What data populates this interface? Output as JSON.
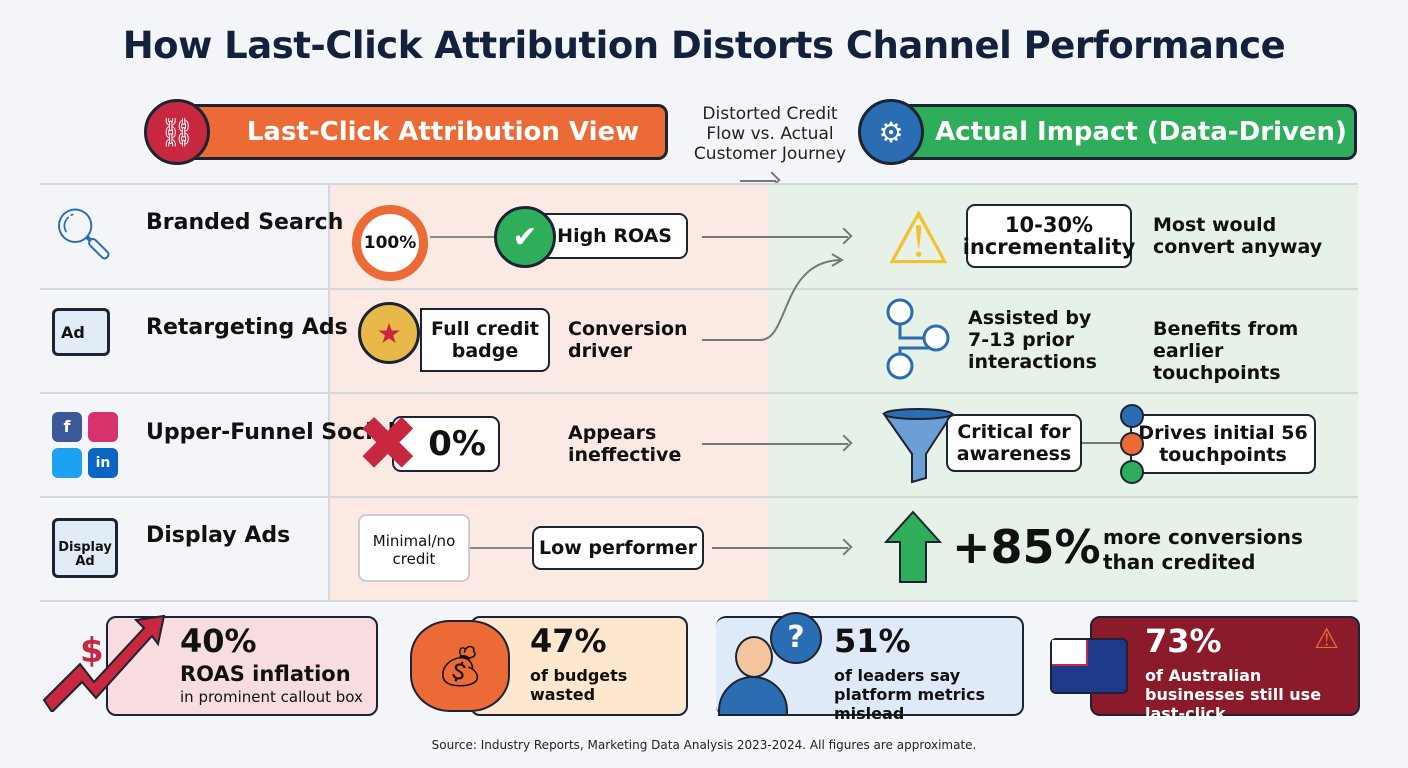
{
  "title": "How Last-Click Attribution Distorts Channel Performance",
  "header": {
    "left": "Last-Click Attribution View",
    "middle": "Distorted Credit Flow vs. Actual Customer Journey",
    "right": "Actual Impact (Data-Driven)"
  },
  "colors": {
    "orange": "#ec6a35",
    "green": "#2eae5a",
    "red": "#c8283f",
    "navy": "#14213d"
  },
  "rows": [
    {
      "channel": "Branded Search",
      "icon": "magnifier-icon",
      "left_a": "100%",
      "left_b": "High ROAS",
      "right_a": "10-30% incrementality",
      "right_b": "Most would convert anyway"
    },
    {
      "channel": "Retargeting Ads",
      "icon": "ad-cursor-icon",
      "ad": "Ad",
      "left_a": "Full credit badge",
      "left_b": "Conversion driver",
      "right_a": "Assisted by 7-13 prior interactions",
      "right_b": "Benefits from earlier touchpoints"
    },
    {
      "channel": "Upper-Funnel Social",
      "icon": "social-icons",
      "left_a": "0%",
      "left_b": "Appears ineffective",
      "right_a": "Critical for awareness",
      "right_b": "Drives initial 56 touchpoints"
    },
    {
      "channel": "Display Ads",
      "icon": "display-ad-icon",
      "ad": "Display Ad",
      "left_a": "Minimal/no credit",
      "left_b": "Low performer",
      "right_a": "+85%",
      "right_b": "more conversions than credited"
    }
  ],
  "stats": [
    {
      "value": "40%",
      "label": "ROAS inflation",
      "sub": "in prominent callout box"
    },
    {
      "value": "47%",
      "label": "of budgets wasted"
    },
    {
      "value": "51%",
      "label": "of leaders say platform metrics mislead"
    },
    {
      "value": "73%",
      "label": "of Australian businesses still use last-click"
    }
  ],
  "source": "Source: Industry Reports, Marketing Data Analysis 2023-2024. All figures are approximate."
}
